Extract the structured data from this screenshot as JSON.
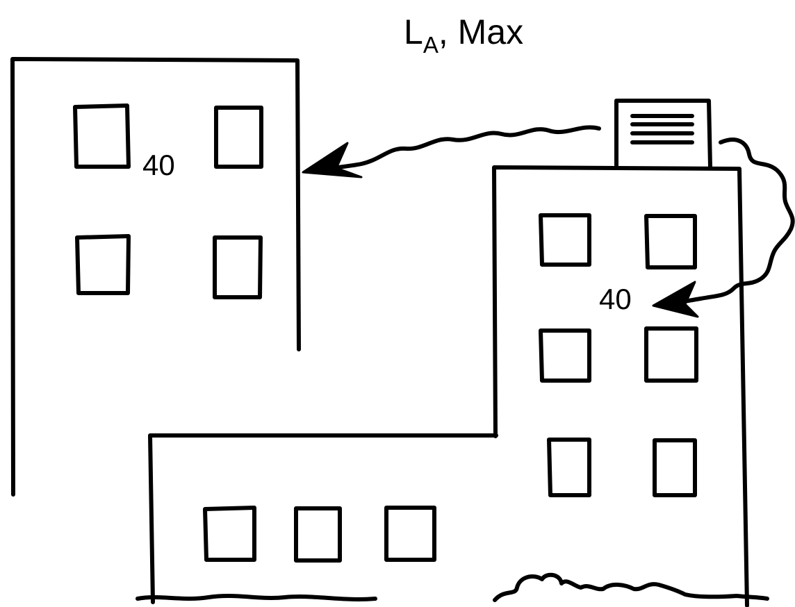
{
  "title": {
    "main": "L",
    "subscript": "A",
    "suffix": ", Max"
  },
  "levels": {
    "left_building": "40",
    "right_building": "40"
  }
}
